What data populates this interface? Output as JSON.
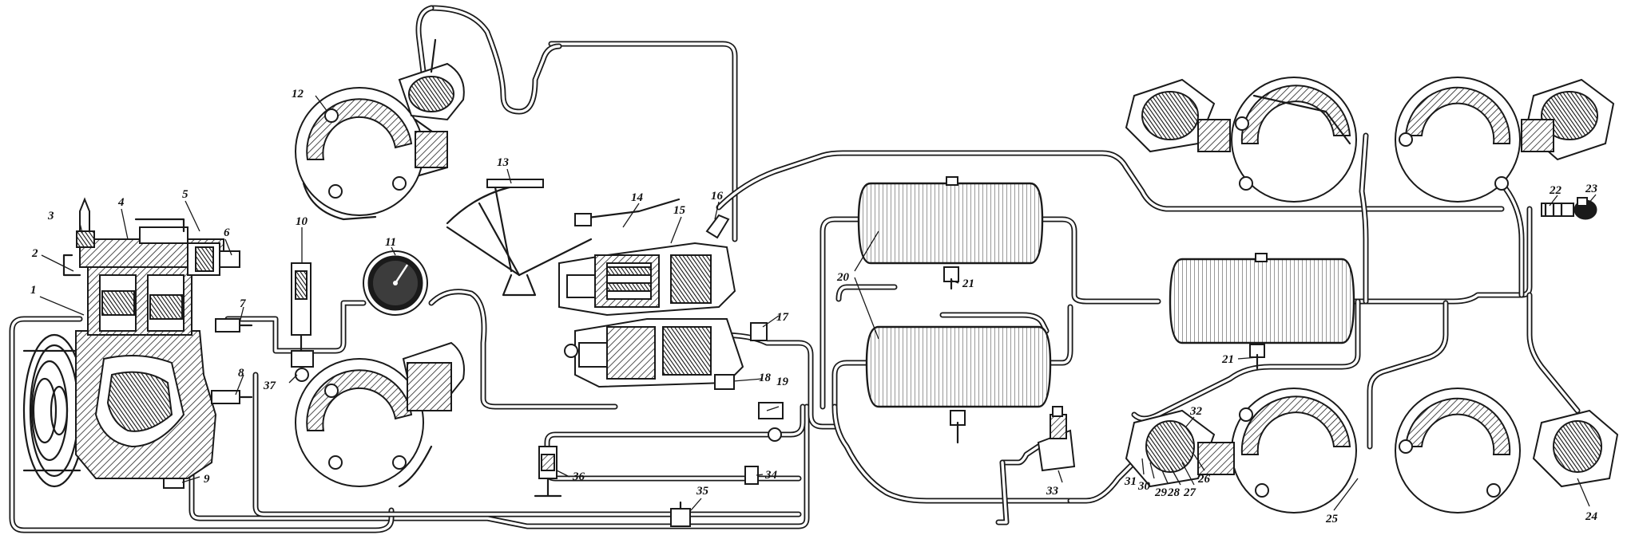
{
  "labels": [
    "1",
    "2",
    "3",
    "4",
    "5",
    "6",
    "7",
    "8",
    "9",
    "10",
    "11",
    "12",
    "13",
    "14",
    "15",
    "16",
    "17",
    "18",
    "19",
    "20",
    "21",
    "21",
    "22",
    "23",
    "24",
    "25",
    "26",
    "27",
    "28",
    "29",
    "30",
    "31",
    "32",
    "33",
    "34",
    "35",
    "36",
    "37"
  ],
  "components": [
    "compressor",
    "pressure-gauge",
    "brake-valve",
    "brake-pedal",
    "air-tank",
    "air-tank",
    "air-tank",
    "front-brake-chamber",
    "front-brake-chamber",
    "rear-brake-chamber",
    "rear-brake-chamber",
    "rear-brake-chamber",
    "rear-brake-chamber",
    "brake-drum",
    "coupling-head"
  ]
}
